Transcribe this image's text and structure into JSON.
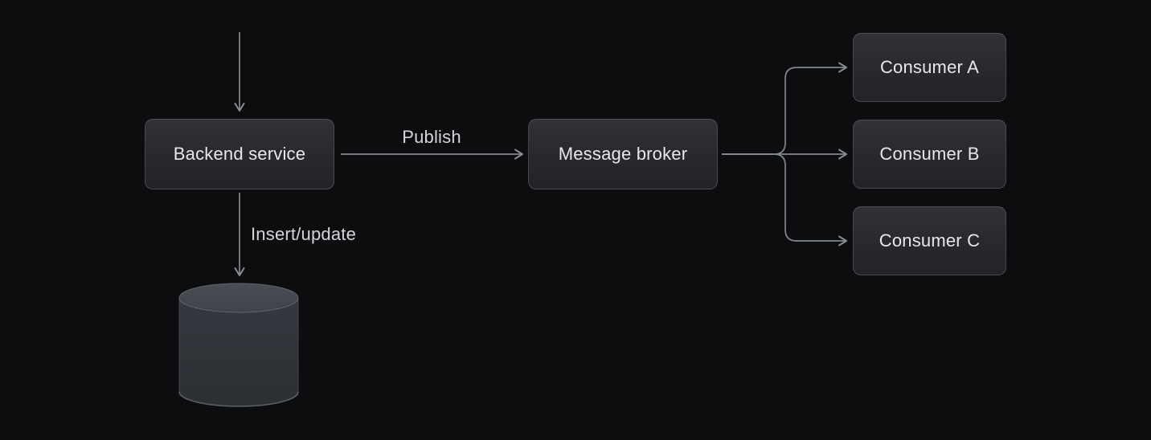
{
  "diagram": {
    "background_color": "#0c0d0f",
    "line_color": "#84878c",
    "node_fill": "#2a2c30",
    "node_border": "#46494e",
    "node_text_color": "#e7e8ea",
    "edge_label_color": "#d3d5d8",
    "nodes": [
      {
        "id": "backend-service",
        "label": "Backend service"
      },
      {
        "id": "message-broker",
        "label": "Message broker"
      },
      {
        "id": "consumer-a",
        "label": "Consumer A"
      },
      {
        "id": "consumer-b",
        "label": "Consumer B"
      },
      {
        "id": "consumer-c",
        "label": "Consumer C"
      }
    ],
    "edge_labels": [
      {
        "id": "publish",
        "text": "Publish"
      },
      {
        "id": "insert-update",
        "text": "Insert/update"
      }
    ],
    "edges": [
      {
        "from": "external-top",
        "to": "backend-service"
      },
      {
        "from": "backend-service",
        "to": "message-broker",
        "label": "Publish"
      },
      {
        "from": "backend-service",
        "to": "database",
        "label": "Insert/update"
      },
      {
        "from": "message-broker",
        "to": "consumer-a"
      },
      {
        "from": "message-broker",
        "to": "consumer-b"
      },
      {
        "from": "message-broker",
        "to": "consumer-c"
      }
    ],
    "icons": [
      {
        "name": "database-cylinder-icon"
      }
    ]
  }
}
